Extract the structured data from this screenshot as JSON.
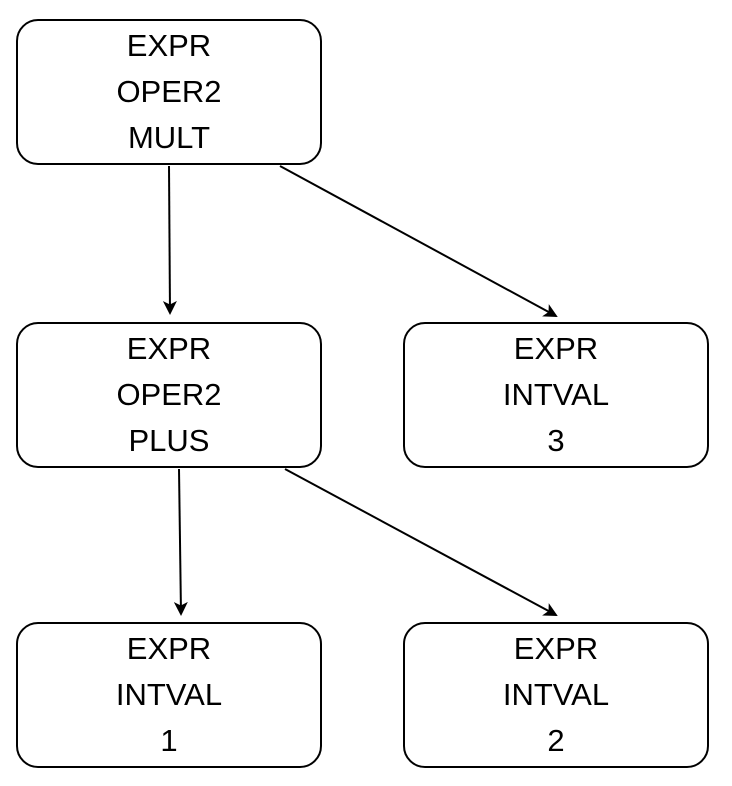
{
  "nodes": {
    "root": {
      "lines": [
        "EXPR",
        "OPER2",
        "MULT"
      ]
    },
    "plus": {
      "lines": [
        "EXPR",
        "OPER2",
        "PLUS"
      ]
    },
    "three": {
      "lines": [
        "EXPR",
        "INTVAL",
        "3"
      ]
    },
    "one": {
      "lines": [
        "EXPR",
        "INTVAL",
        "1"
      ]
    },
    "two": {
      "lines": [
        "EXPR",
        "INTVAL",
        "2"
      ]
    }
  },
  "edges": [
    {
      "from": "root",
      "to": "plus"
    },
    {
      "from": "root",
      "to": "three"
    },
    {
      "from": "plus",
      "to": "one"
    },
    {
      "from": "plus",
      "to": "two"
    }
  ],
  "colors": {
    "stroke": "#000000",
    "fill": "#ffffff",
    "text": "#000000"
  }
}
